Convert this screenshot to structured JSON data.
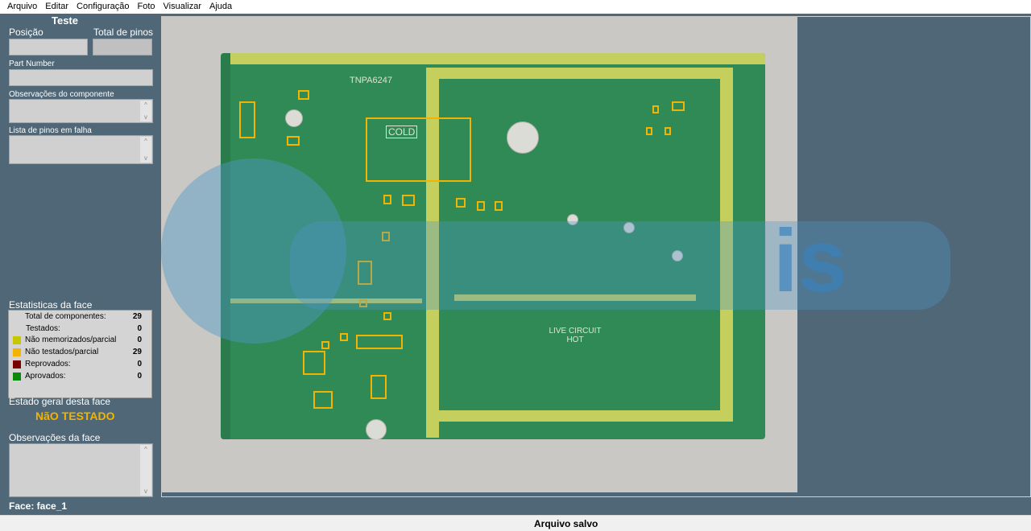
{
  "menu": [
    "Arquivo",
    "Editar",
    "Configuração",
    "Foto",
    "Visualizar",
    "Ajuda"
  ],
  "left": {
    "title": "Teste",
    "posicao_label": "Posição",
    "total_pinos_label": "Total de pinos",
    "part_number_label": "Part Number",
    "obs_componente_label": "Observações do componente",
    "lista_pinos_label": "Lista de pinos em falha",
    "stats_title": "Estatisticas da face",
    "stats": {
      "total_label": "Total de componentes:",
      "total_value": "29",
      "testados_label": "Testados:",
      "testados_value": "0",
      "nao_memorizados_label": "Não memorizados/parcial",
      "nao_memorizados_value": "0",
      "nao_testados_label": "Não testados/parcial",
      "nao_testados_value": "29",
      "reprovados_label": "Reprovados:",
      "reprovados_value": "0",
      "aprovados_label": "Aprovados:",
      "aprovados_value": "0"
    },
    "estado_label": "Estado geral desta face",
    "estado_value": "NãO TESTADO",
    "obs_face_label": "Observações da face",
    "face_label": "Face: face_1"
  },
  "board": {
    "silkscreen_part": "TNPA6247",
    "cold_label": "COLD",
    "hot_label": "LIVE CIRCUIT HOT",
    "watermark": "is"
  },
  "colors": {
    "nao_memorizado": "#c7c700",
    "nao_testado": "#f2b400",
    "reprovado": "#7a0000",
    "aprovado": "#0a8a0a",
    "estado": "#f2b400"
  },
  "status": "Arquivo salvo"
}
